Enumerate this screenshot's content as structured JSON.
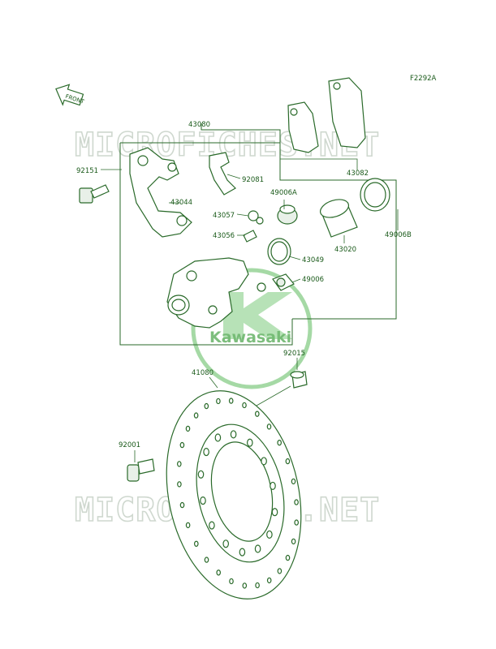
{
  "figure_code": "F2292A",
  "front_tag": "FRONT",
  "watermark": "MICROFICHES.NET",
  "logo_text": "Kawasaki",
  "parts": [
    {
      "id": "43080"
    },
    {
      "id": "43082"
    },
    {
      "id": "92151"
    },
    {
      "id": "92081"
    },
    {
      "id": "43044"
    },
    {
      "id": "49006A"
    },
    {
      "id": "43057"
    },
    {
      "id": "43056"
    },
    {
      "id": "43020"
    },
    {
      "id": "49006B"
    },
    {
      "id": "43049"
    },
    {
      "id": "49006"
    },
    {
      "id": "92015"
    },
    {
      "id": "41080"
    },
    {
      "id": "92001"
    }
  ],
  "colors": {
    "line": "#2a6a2a",
    "label": "#1a5a1a",
    "watermark": "#cfd8cf",
    "logo": "#7fbf7f"
  }
}
